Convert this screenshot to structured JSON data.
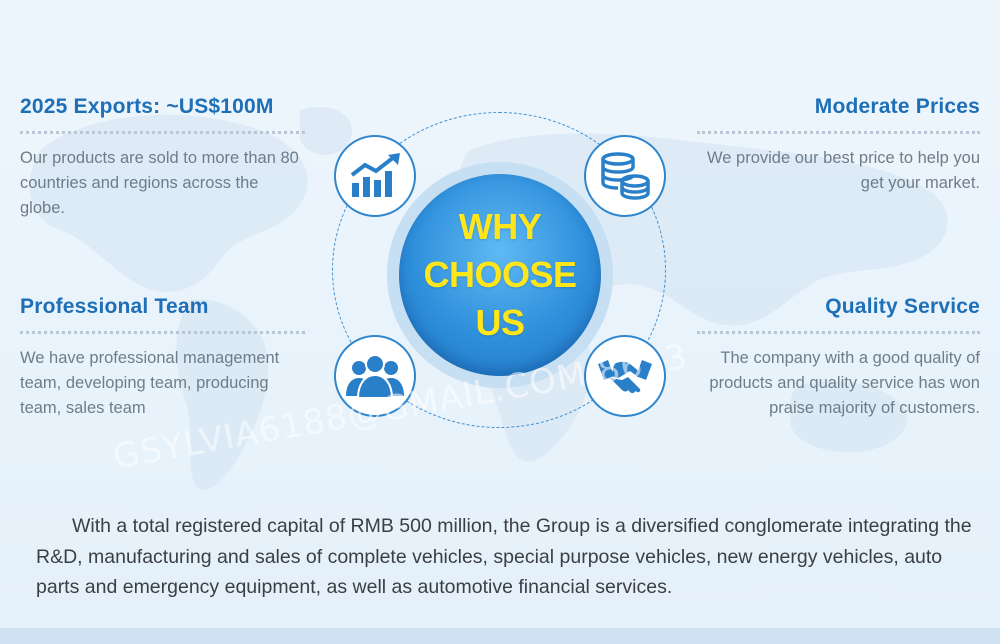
{
  "features": [
    {
      "title": "2025 Exports: ~US$100M",
      "text": "Our products are sold to more than 80 countries and regions across the globe."
    },
    {
      "title": "Moderate Prices",
      "text": "We provide our best price to help you get your market."
    },
    {
      "title": "Professional Team",
      "text": "We have professional management team, developing team, producing team, sales team"
    },
    {
      "title": "Quality Service",
      "text": "The company with a good quality of products and quality service has won praise majority of customers."
    }
  ],
  "hub": {
    "line1": "WHY",
    "line2": "CHOOSE",
    "line3": "US"
  },
  "watermark": "GSYLVIA6188@GMAIL.COM 8613",
  "description": "With a total registered capital of RMB 500 million, the Group is a diversified conglomerate integrating the R&D, manufacturing and sales of complete vehicles, special purpose vehicles, new energy vehicles, auto parts and emergency equipment, as well as automotive financial services.",
  "colors": {
    "accent": "#1e6fb6",
    "hub_text": "#ffe61a",
    "body_text": "#6f7d8a"
  },
  "icons": [
    "growth-chart-icon",
    "coin-stack-icon",
    "team-icon",
    "handshake-icon"
  ]
}
